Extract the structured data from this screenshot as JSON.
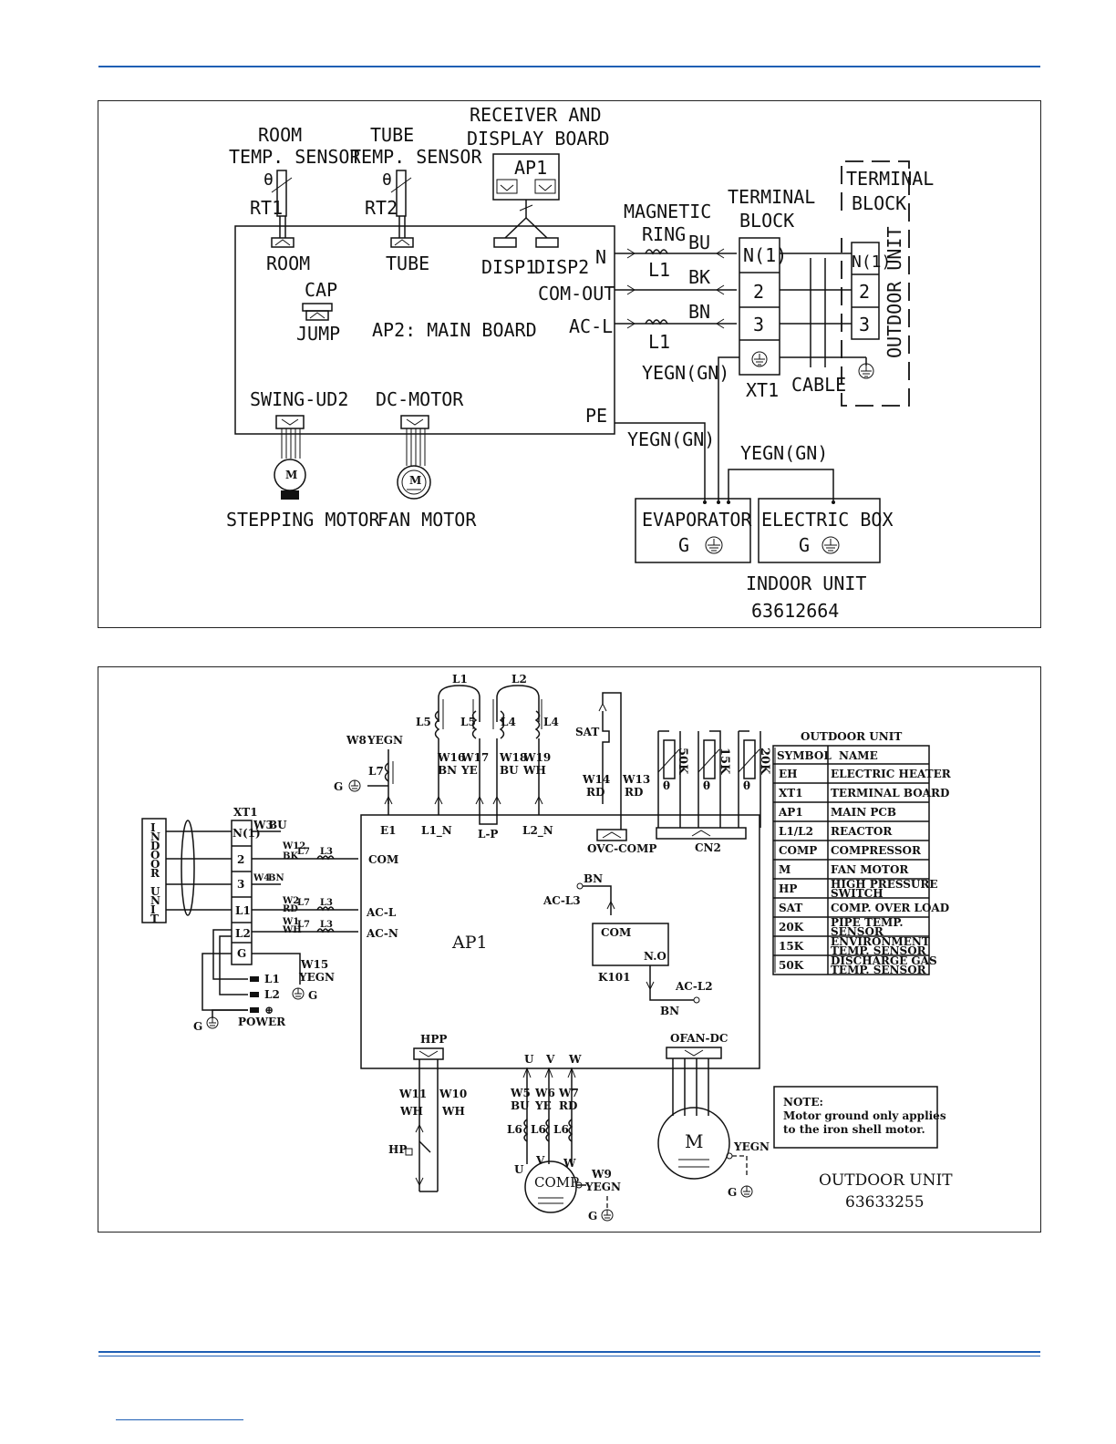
{
  "header": {
    "accent_color": "#1f5fb4"
  },
  "indoor": {
    "room_sensor": {
      "title1": "ROOM",
      "title2": "TEMP. SENSOR",
      "theta": "θ",
      "rt": "RT1",
      "port": "ROOM"
    },
    "tube_sensor": {
      "title1": "TUBE",
      "title2": "TEMP. SENSOR",
      "theta": "θ",
      "rt": "RT2",
      "port": "TUBE"
    },
    "display": {
      "title1": "RECEIVER AND",
      "title2": "DISPLAY BOARD",
      "label": "AP1",
      "port1": "DISP1",
      "port2": "DISP2"
    },
    "main_board": "AP2: MAIN BOARD",
    "cap": "CAP",
    "jump": "JUMP",
    "pins": {
      "n": "N",
      "com_out": "COM-OUT",
      "ac_l": "AC-L",
      "pe": "PE"
    },
    "magnetic_ring": {
      "t1": "MAGNETIC",
      "t2": "RING",
      "l1a": "L1",
      "l1b": "L1"
    },
    "wires": {
      "bu": "BU",
      "bk": "BK",
      "bn": "BN",
      "yegn1": "YEGN(GN)",
      "yegn2": "YEGN(GN)",
      "yegn3": "YEGN(GN)"
    },
    "terminal_block": {
      "t1": "TERMINAL",
      "t2": "BLOCK",
      "n1": "N(1)",
      "t_2": "2",
      "t_3": "3",
      "xt1": "XT1"
    },
    "outdoor_block": {
      "t1": "TERMINAL",
      "t2": "BLOCK",
      "n1": "N(1)",
      "t_2": "2",
      "t_3": "3",
      "side": "OUTDOOR UNIT"
    },
    "cable": "CABLE",
    "swing": "SWING-UD2",
    "dc_motor": "DC-MOTOR",
    "stepping_motor": "STEPPING MOTOR",
    "fan_motor": "FAN MOTOR",
    "motor_m": "M",
    "evaporator": {
      "label": "EVAPORATOR",
      "g": "G"
    },
    "electric_box": {
      "label": "ELECTRIC BOX",
      "g": "G"
    },
    "unit": "INDOOR UNIT",
    "code": "63612664"
  },
  "outdoor": {
    "reactors": {
      "l1": "L1",
      "l2": "L2",
      "l5a": "L5",
      "l5b": "L5",
      "l4a": "L4",
      "l4b": "L4"
    },
    "wires": {
      "w16": "W16",
      "bn": "BN",
      "w17": "W17",
      "ye": "YE",
      "w18": "W18",
      "bu": "BU",
      "w19": "W19",
      "wh": "WH",
      "w14": "W14",
      "rd14": "RD",
      "w13": "W13",
      "rd13": "RD",
      "w8": "W8",
      "yegn8": "YEGN",
      "l7": "L7",
      "g": "G"
    },
    "pins": {
      "e1": "E1",
      "l1n": "L1_N",
      "lp": "L-P",
      "l2n": "L2_N",
      "ovc": "OVC-COMP",
      "cn2": "CN2",
      "sat": "SAT"
    },
    "sensors": {
      "s50k": "50K",
      "s15k": "15K",
      "s20k": "20K",
      "theta": "θ"
    },
    "xt1": {
      "label": "XT1",
      "n1": "N(1)",
      "t2": "2",
      "t3": "3",
      "l1": "L1",
      "l2": "L2",
      "g": "G",
      "w3": "W3",
      "w3c": "BU",
      "w12": "W12",
      "w12c": "BK",
      "w4": "W4",
      "w4c": "BN",
      "w2": "W2",
      "w2c": "RD",
      "w1": "W1",
      "w1c": "WH",
      "l7": "L7",
      "l3": "L3"
    },
    "indoor_unit_letters": [
      "I",
      "N",
      "D",
      "O",
      "O",
      "R",
      "",
      "U",
      "N",
      "I",
      "T"
    ],
    "ap1_pins": {
      "com": "COM",
      "acl": "AC-L",
      "acn": "AC-N"
    },
    "ap1": "AP1",
    "relay": {
      "bn1": "BN",
      "acl3": "AC-L3",
      "com": "COM",
      "no": "N.O",
      "k101": "K101",
      "acl2": "AC-L2",
      "bn2": "BN"
    },
    "w15": "W15",
    "w15c": "YEGN",
    "g_ground": "G",
    "power": {
      "l1": "L1",
      "l2": "L2",
      "pe": "⊕",
      "g": "G",
      "label": "POWER"
    },
    "hpp": {
      "label": "HPP",
      "w11": "W11",
      "wh11": "WH",
      "w10": "W10",
      "wh10": "WH",
      "hp": "HP"
    },
    "comp": {
      "u": "U",
      "v": "V",
      "w": "W",
      "w5": "W5",
      "bu": "BU",
      "w6": "W6",
      "ye": "YE",
      "w7": "W7",
      "rd": "RD",
      "l6a": "L6",
      "l6b": "L6",
      "l6c": "L6",
      "u2": "U",
      "v2": "V",
      "w2": "W",
      "label": "COMP",
      "w9": "W9",
      "yegn": "YEGN",
      "g": "G"
    },
    "ofan": {
      "label": "OFAN-DC",
      "m": "M",
      "yegn": "YEGN",
      "g": "G"
    },
    "note": {
      "title": "NOTE:",
      "line1": "Motor ground only applies",
      "line2": "to the iron shell motor."
    },
    "unit": "OUTDOOR UNIT",
    "code": "63633255"
  },
  "legend": {
    "title": "OUTDOOR UNIT",
    "headers": [
      "SYMBOL",
      "NAME"
    ],
    "rows": [
      {
        "symbol": "EH",
        "name": "ELECTRIC HEATER"
      },
      {
        "symbol": "XT1",
        "name": "TERMINAL BOARD"
      },
      {
        "symbol": "AP1",
        "name": "MAIN PCB"
      },
      {
        "symbol": "L1/L2",
        "name": "REACTOR"
      },
      {
        "symbol": "COMP",
        "name": "COMPRESSOR"
      },
      {
        "symbol": "M",
        "name": "FAN MOTOR"
      },
      {
        "symbol": "HP",
        "name": "HIGH PRESSURE",
        "name2": "SWITCH"
      },
      {
        "symbol": "SAT",
        "name": "COMP. OVER LOAD"
      },
      {
        "symbol": "20K",
        "name": "PIPE TEMP.",
        "name2": "SENSOR"
      },
      {
        "symbol": "15K",
        "name": "ENVIRONMENT",
        "name2": "TEMP. SENSOR"
      },
      {
        "symbol": "50K",
        "name": "DISCHARGE GAS",
        "name2": "TEMP. SENSOR"
      }
    ]
  }
}
